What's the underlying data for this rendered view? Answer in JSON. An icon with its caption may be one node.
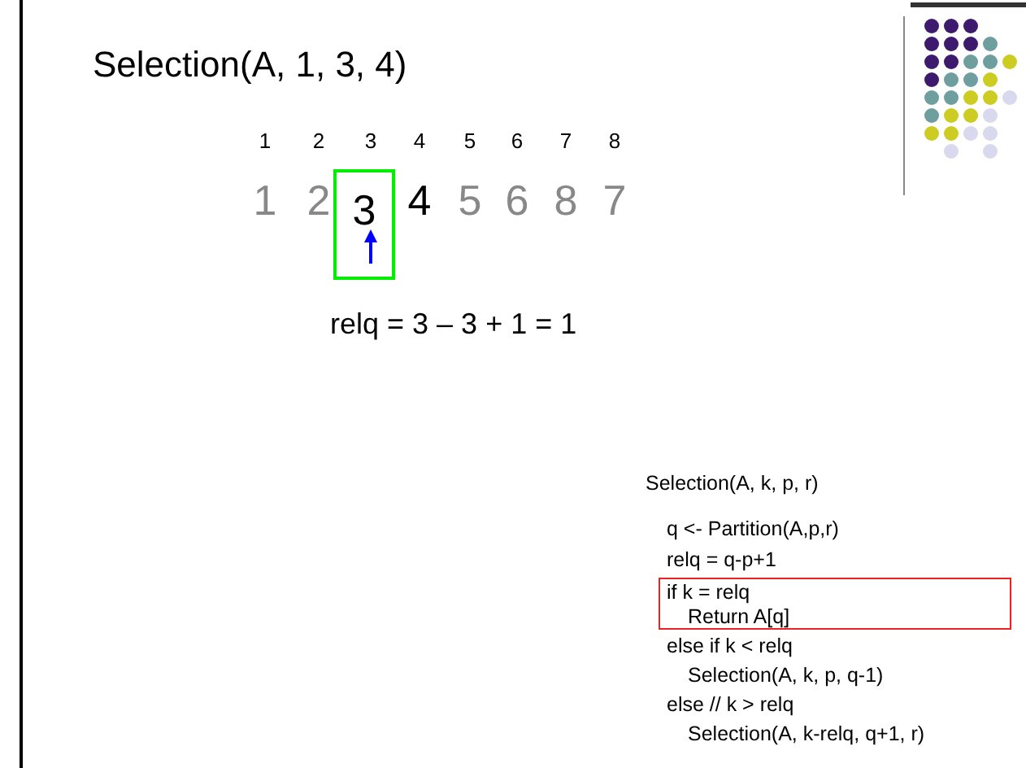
{
  "diagram": {
    "title": "Selection(A, 1, 3, 4)",
    "nodes": [
      {
        "text": [
          "3"
        ]
      },
      {
        "text": [
          "if k = relq",
          "Return A[q]"
        ]
      }
    ],
    "labels": [
      "1",
      "2",
      "3",
      "4",
      "5",
      "6",
      "7",
      "8",
      "1",
      "2",
      "4",
      "5",
      "6",
      "8",
      "7",
      "relq = 3 – 3 + 1 = 1",
      "Selection(A, k, p, r)",
      "q <- Partition(A,p,r)",
      "relq = q-p+1",
      "else if k < relq",
      "Selection(A, k, p, q-1)",
      "else // k > relq",
      "Selection(A, k-relq, q+1, r)"
    ]
  }
}
